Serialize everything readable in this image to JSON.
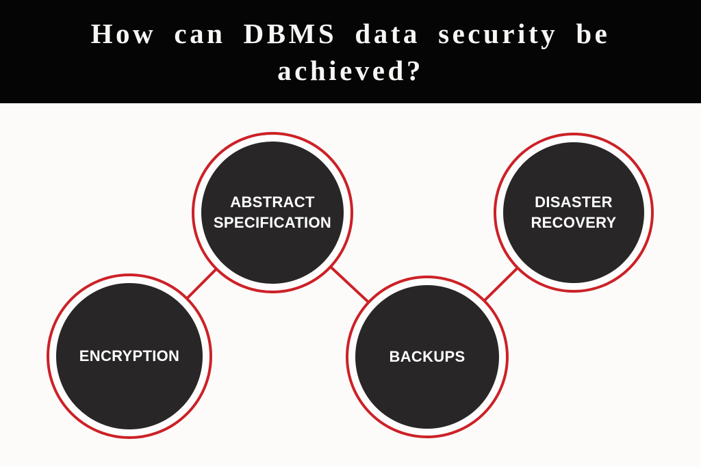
{
  "header": {
    "title": "How can DBMS data security be achieved?",
    "title_lines": [
      "How can DBMS data security be",
      "achieved?"
    ],
    "background": "#050505",
    "text_color": "#f7f6f4"
  },
  "diagram": {
    "background": "#fcfbf9",
    "accent_red": "#cc2127",
    "node_fill": "#282626",
    "label_color": "#ffffff",
    "nodes": [
      {
        "id": "abstract-specification",
        "label": "ABSTRACT SPECIFICATION"
      },
      {
        "id": "disaster-recovery",
        "label": "DISASTER RECOVERY"
      },
      {
        "id": "encryption",
        "label": "ENCRYPTION"
      },
      {
        "id": "backups",
        "label": "BACKUPS"
      }
    ],
    "connections": [
      {
        "from": "encryption",
        "to": "abstract-specification"
      },
      {
        "from": "abstract-specification",
        "to": "backups"
      },
      {
        "from": "backups",
        "to": "disaster-recovery"
      }
    ]
  }
}
